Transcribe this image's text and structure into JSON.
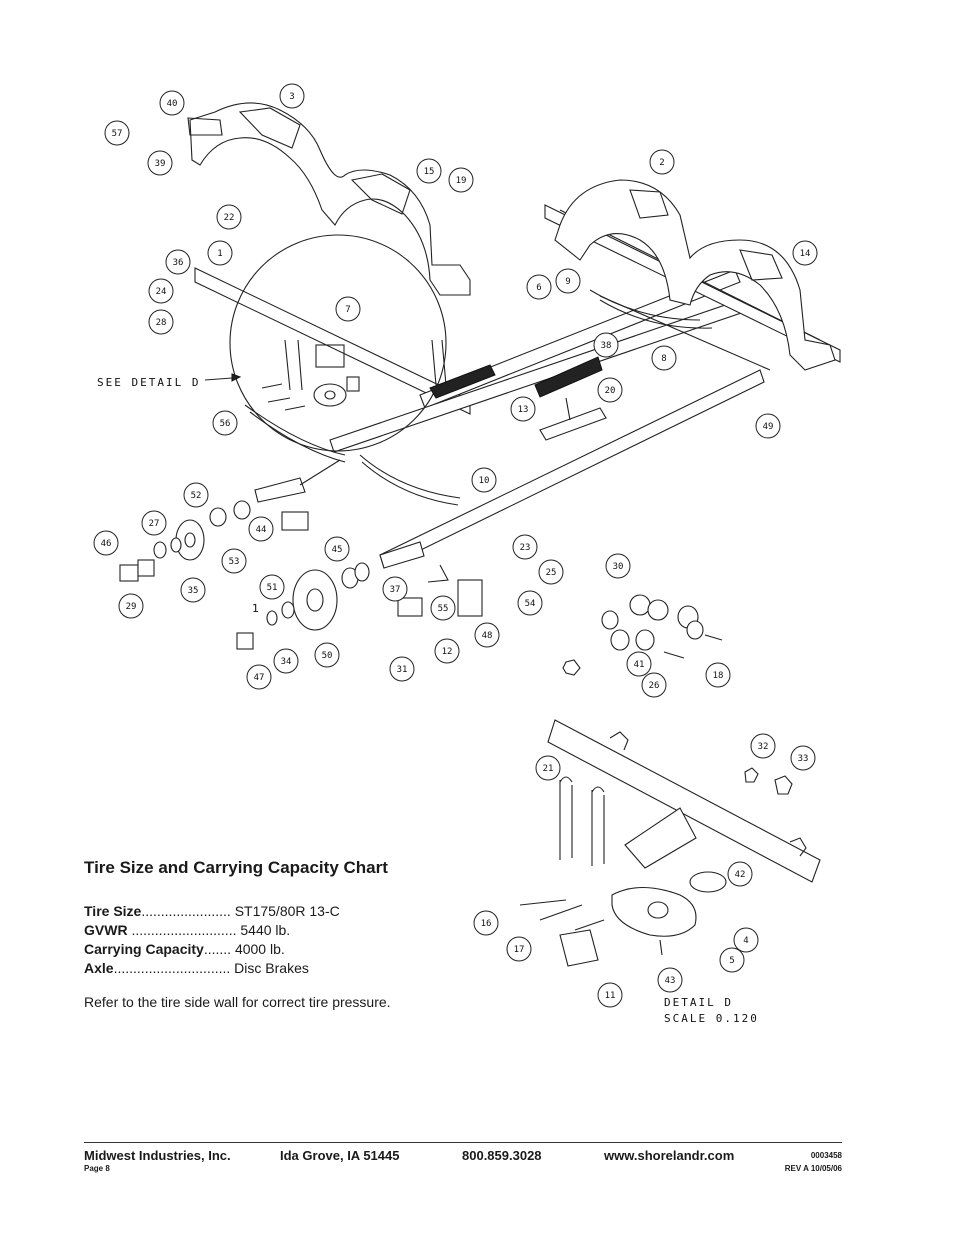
{
  "diagram": {
    "see_detail_label": "SEE DETAIL  D",
    "detail_label": "DETAIL  D",
    "detail_scale": "SCALE  0.120",
    "stray_label": "1",
    "callouts": [
      "40",
      "57",
      "39",
      "3",
      "15",
      "19",
      "22",
      "1",
      "36",
      "24",
      "28",
      "7",
      "2",
      "9",
      "6",
      "14",
      "38",
      "20",
      "8",
      "13",
      "49",
      "56",
      "10",
      "52",
      "27",
      "46",
      "44",
      "53",
      "45",
      "23",
      "25",
      "35",
      "29",
      "37",
      "55",
      "54",
      "51",
      "50",
      "34",
      "47",
      "12",
      "31",
      "48",
      "30",
      "41",
      "26",
      "18",
      "32",
      "33",
      "21",
      "42",
      "16",
      "17",
      "4",
      "5",
      "43",
      "11"
    ]
  },
  "spec": {
    "title": "Tire Size and Carrying Capacity Chart",
    "rows": [
      {
        "label": "Tire Size",
        "dots": ".......................",
        "value": "ST175/80R 13-C"
      },
      {
        "label": "GVWR",
        "dots": "...........................",
        "value": "5440 lb."
      },
      {
        "label": "Carrying Capacity",
        "dots": ".......",
        "value": "4000 lb."
      },
      {
        "label": "Axle",
        "dots": "..............................",
        "value": "Disc Brakes"
      }
    ],
    "note": "Refer to the tire side wall for correct tire pressure."
  },
  "footer": {
    "company": "Midwest Industries, Inc.",
    "city": "Ida Grove, IA  51445",
    "phone": "800.859.3028",
    "web": "www.shorelandr.com",
    "page": "Page 8",
    "doc_number": "0003458",
    "revision": "REV A 10/05/06"
  }
}
